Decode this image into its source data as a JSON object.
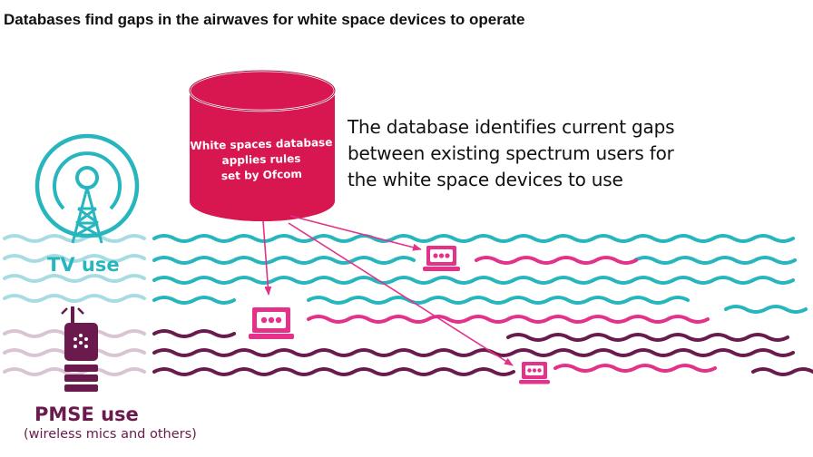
{
  "title": "Databases find gaps in the airwaves for white space devices to operate",
  "database": {
    "lines": [
      "White spaces database",
      "applies rules",
      "set by Ofcom"
    ],
    "color": "#d8164f"
  },
  "explanation": {
    "lines": [
      "The database identifies current gaps",
      "between existing spectrum users for",
      "the white space devices to use"
    ]
  },
  "tv": {
    "label": "TV use",
    "icon": "broadcast-tower-icon",
    "color": "#27b5be"
  },
  "pmse": {
    "label": "PMSE use",
    "sublabel": "(wireless mics and others)",
    "icon": "wireless-mic-transmitter-icon",
    "color": "#6a1a4c"
  },
  "devices": {
    "icon": "laptop-icon",
    "count": 3,
    "color": "#e4318a"
  },
  "colors": {
    "tv_wave": "#27b5be",
    "tv_wave_faint": "#a7dde2",
    "pmse_wave": "#6a1a4c",
    "pmse_wave_faint": "#d9c5d2",
    "white_space_wave": "#e4318a"
  }
}
